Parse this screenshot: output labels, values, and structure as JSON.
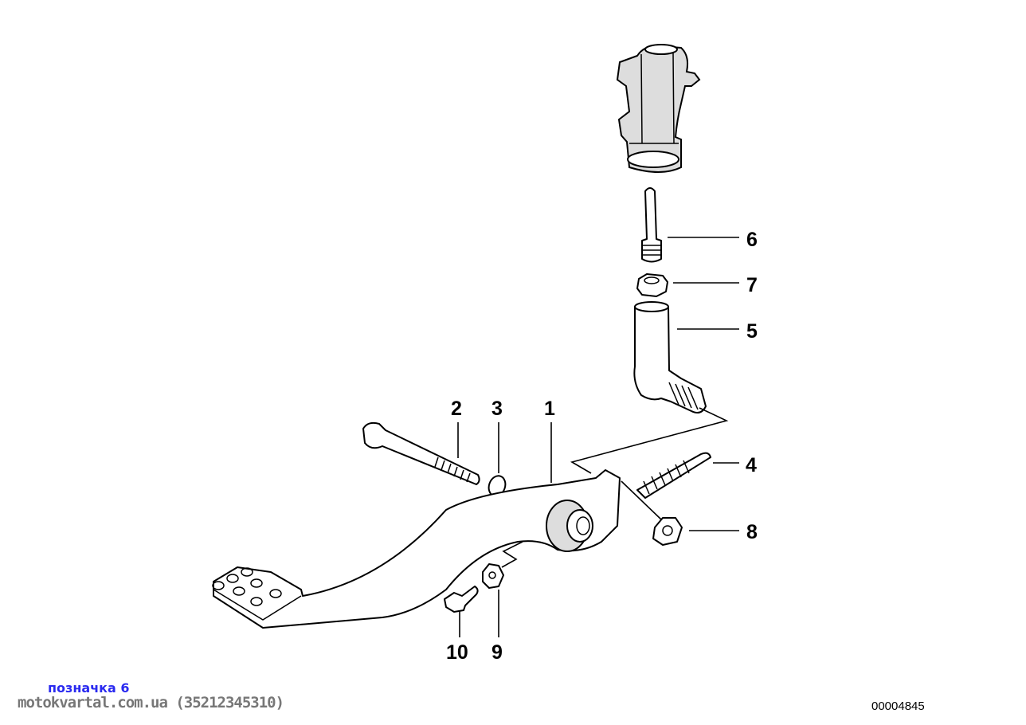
{
  "diagram": {
    "callouts": [
      "1",
      "2",
      "3",
      "4",
      "5",
      "6",
      "7",
      "8",
      "9",
      "10"
    ],
    "parts": [
      "master-cylinder",
      "brake-pedal",
      "bolt",
      "o-ring",
      "spring",
      "pushrod-connector",
      "pushrod",
      "hex-nut-small",
      "hex-nut",
      "nut",
      "screw"
    ]
  },
  "footer": {
    "caption": "позначка 6",
    "site": "motokvartal.com.ua (35212345310)",
    "diagram_code": "00004845"
  }
}
